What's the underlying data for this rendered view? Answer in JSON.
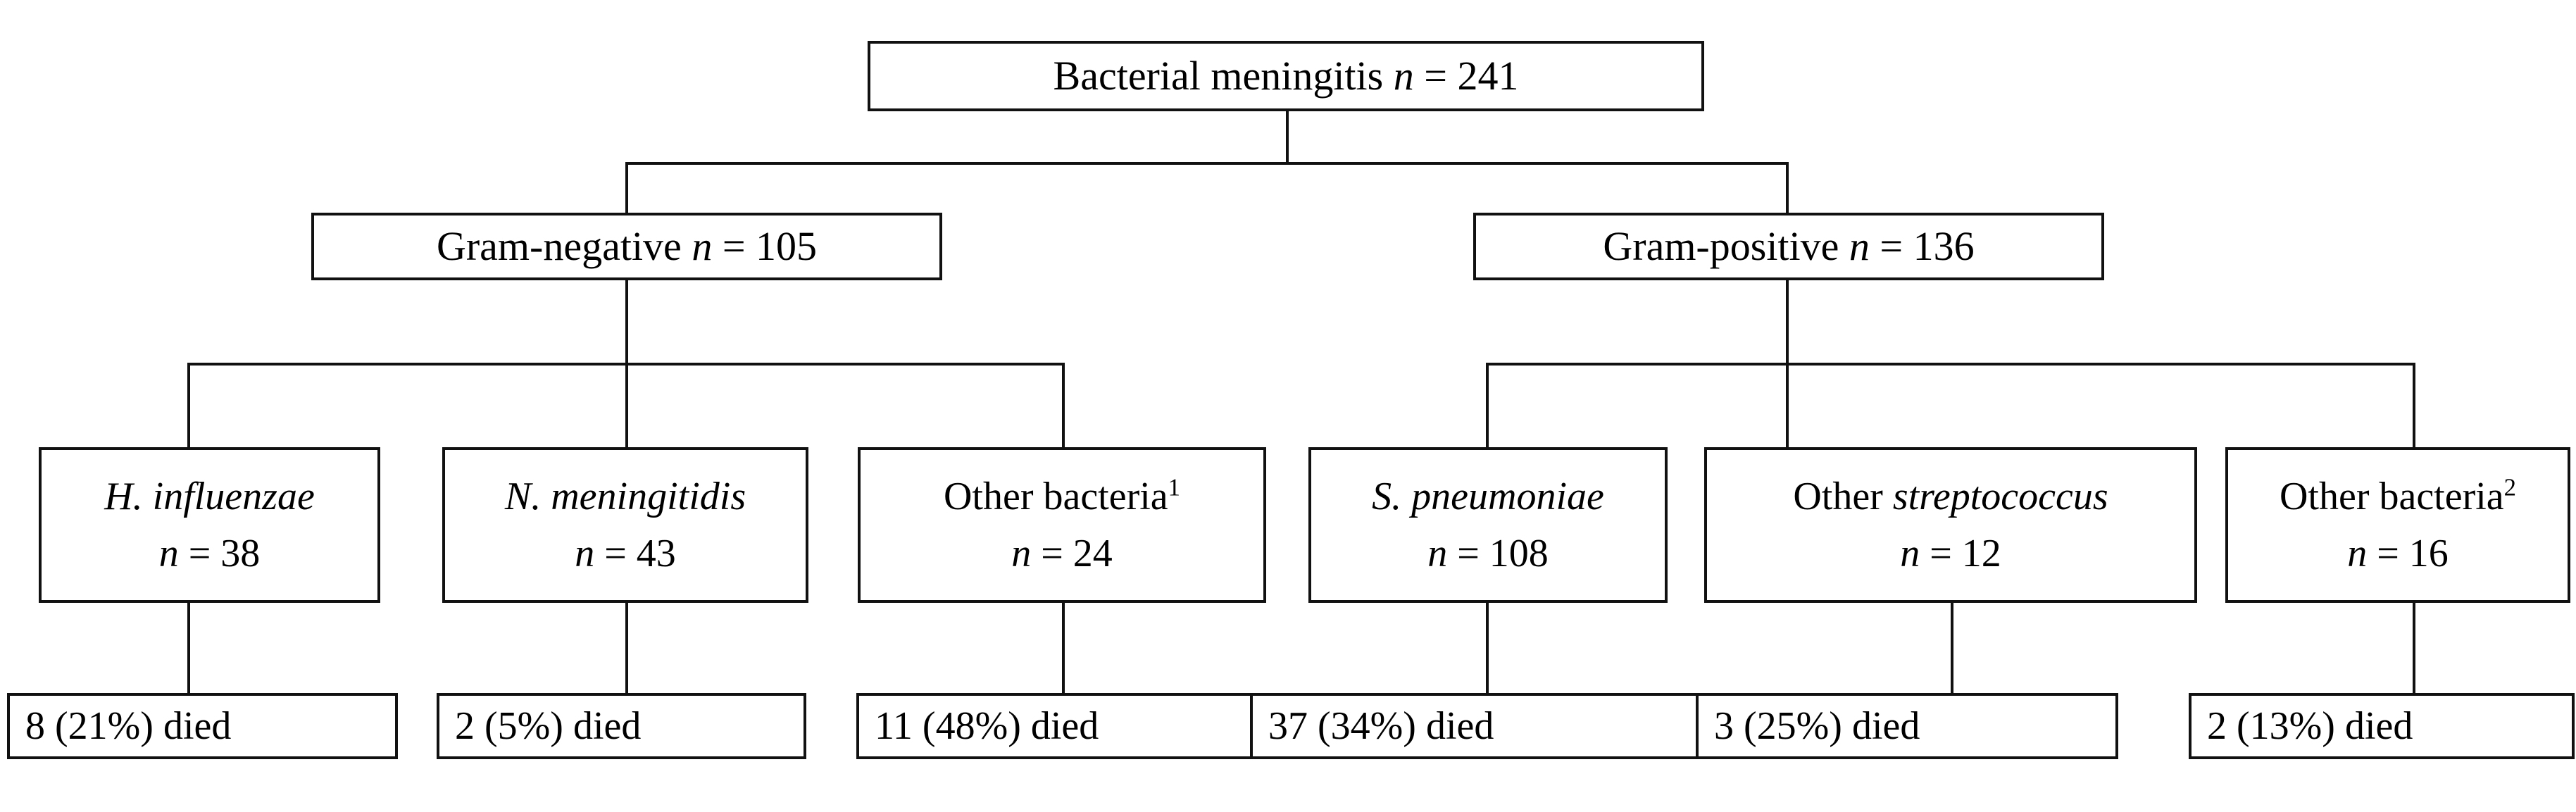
{
  "figure": {
    "type": "flowchart",
    "title": "Bacterial meningitis case distribution and outcomes",
    "colors": {
      "background": "#ffffff",
      "stroke": "#111111",
      "text": "#000000"
    },
    "root": {
      "label": "Bacterial meningitis",
      "n_symbol": "n",
      "equals": " = ",
      "count": "241",
      "full_text": "Bacterial meningitis n = 241"
    },
    "level2": [
      {
        "id": "gram-negative",
        "label": "Gram-negative",
        "n_symbol": "n",
        "equals": " = ",
        "count": "105",
        "full_text": "Gram-negative n = 105"
      },
      {
        "id": "gram-positive",
        "label": "Gram-positive",
        "n_symbol": "n",
        "equals": " = ",
        "count": "136",
        "full_text": "Gram-positive n = 136"
      }
    ],
    "level3": [
      {
        "id": "h-influenzae",
        "name_plain": "",
        "name_italic": "H. influenzae",
        "superscript": "",
        "n_symbol": "n",
        "equals": " = ",
        "count": "38",
        "count_line": "n = 38",
        "parent": "gram-negative"
      },
      {
        "id": "n-meningitidis",
        "name_plain": "",
        "name_italic": "N. meningitidis",
        "superscript": "",
        "n_symbol": "n",
        "equals": " = ",
        "count": "43",
        "count_line": "n = 43",
        "parent": "gram-negative"
      },
      {
        "id": "other-bacteria-1",
        "name_plain": "Other bacteria",
        "name_italic": "",
        "superscript": "1",
        "n_symbol": "n",
        "equals": " = ",
        "count": "24",
        "count_line": "n = 24",
        "parent": "gram-negative"
      },
      {
        "id": "s-pneumoniae",
        "name_plain": "",
        "name_italic": "S. pneumoniae",
        "superscript": "",
        "n_symbol": "n",
        "equals": " = ",
        "count": "108",
        "count_line": "n = 108",
        "parent": "gram-positive"
      },
      {
        "id": "other-streptococcus",
        "name_plain": "Other ",
        "name_italic": "streptococcus",
        "superscript": "",
        "n_symbol": "n",
        "equals": " = ",
        "count": "12",
        "count_line": "n = 12",
        "parent": "gram-positive"
      },
      {
        "id": "other-bacteria-2",
        "name_plain": "Other bacteria",
        "name_italic": "",
        "superscript": "2",
        "n_symbol": "n",
        "equals": " = ",
        "count": "16",
        "count_line": "n = 16",
        "parent": "gram-positive"
      }
    ],
    "outcomes": [
      {
        "id": "deaths-h-influenzae",
        "deaths": "8",
        "percent": "21%",
        "text": "8 (21%) died"
      },
      {
        "id": "deaths-n-meningitidis",
        "deaths": "2",
        "percent": "5%",
        "text": "2 (5%) died"
      },
      {
        "id": "deaths-other-bacteria-1",
        "deaths": "11",
        "percent": "48%",
        "text": "11 (48%) died"
      },
      {
        "id": "deaths-s-pneumoniae",
        "deaths": "37",
        "percent": "34%",
        "text": "37 (34%) died"
      },
      {
        "id": "deaths-other-streptococcus",
        "deaths": "3",
        "percent": "25%",
        "text": "3 (25%) died"
      },
      {
        "id": "deaths-other-bacteria-2",
        "deaths": "2",
        "percent": "13%",
        "text": "2 (13%) died"
      }
    ]
  },
  "chart_data": {
    "type": "table",
    "title": "Bacterial meningitis n = 241",
    "categories": [
      "H. influenzae",
      "N. meningitidis",
      "Other bacteria1",
      "S. pneumoniae",
      "Other streptococcus",
      "Other bacteria2"
    ],
    "cases": [
      38,
      43,
      24,
      108,
      12,
      16
    ],
    "deaths": [
      8,
      2,
      11,
      37,
      3,
      2
    ],
    "case_fatality_percent": [
      21,
      5,
      48,
      34,
      25,
      13
    ],
    "groups": {
      "Gram-negative": 105,
      "Gram-positive": 136
    },
    "total_cases": 241
  }
}
